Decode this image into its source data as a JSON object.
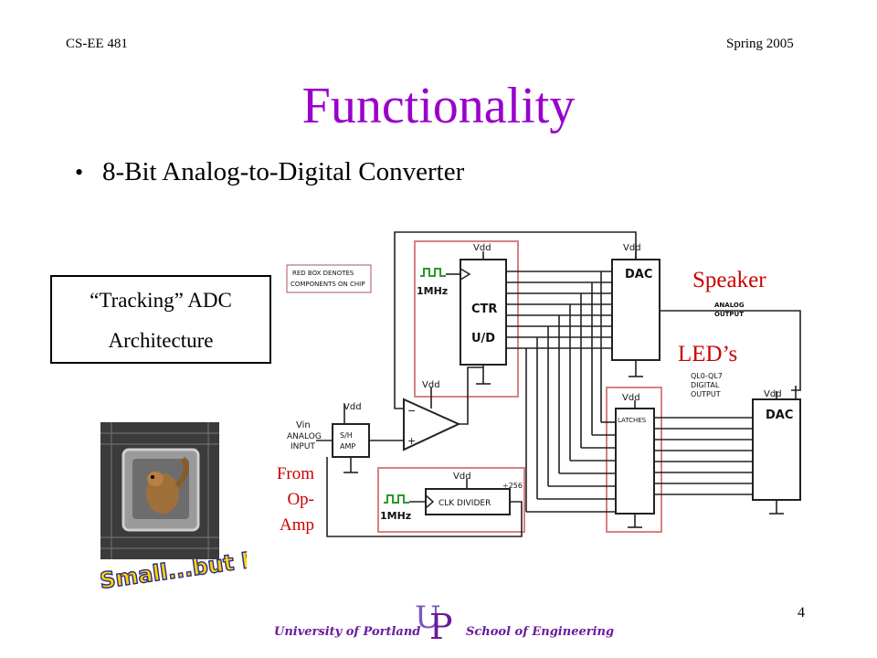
{
  "header": {
    "course": "CS-EE 481",
    "term": "Spring 2005"
  },
  "slide": {
    "title": "Functionality",
    "bullet": "8-Bit Analog-to-Digital Converter",
    "box_line1": "“Tracking” ADC",
    "box_line2": "Architecture",
    "speaker_label": "Speaker",
    "leds_label": "LED’s",
    "from_line1": "From",
    "from_line2": "Op-",
    "from_line3": "Amp"
  },
  "diagram": {
    "note_line1": "RED BOX DENOTES",
    "note_line2": "COMPONENTS ON CHIP",
    "vdd": "Vdd",
    "dac": "DAC",
    "ctr": "CTR",
    "ud": "U/D",
    "clk_1mhz": "1MHz",
    "analog_output_1": "ANALOG",
    "analog_output_2": "OUTPUT",
    "ql_1": "QL0-QL7",
    "digital_1": "DIGITAL",
    "digital_2": "OUTPUT",
    "latches": "LATCHES",
    "vin": "Vin",
    "analog_input_1": "ANALOG",
    "analog_input_2": "INPUT",
    "sh_1": "S/H",
    "sh_2": "AMP",
    "clk_divider": "CLK DIVIDER",
    "div256": "÷256",
    "minus": "−",
    "plus": "+"
  },
  "image": {
    "caption": "Small...but FIERCE!"
  },
  "footer": {
    "university": "University of Portland",
    "school": "School of Engineering",
    "logo_u": "U",
    "logo_p": "P",
    "page_number": "4"
  },
  "colors": {
    "title": "#9900cc",
    "red_label": "#cc0000",
    "footer": "#6a1b9a",
    "chip_box": "#d98080"
  }
}
